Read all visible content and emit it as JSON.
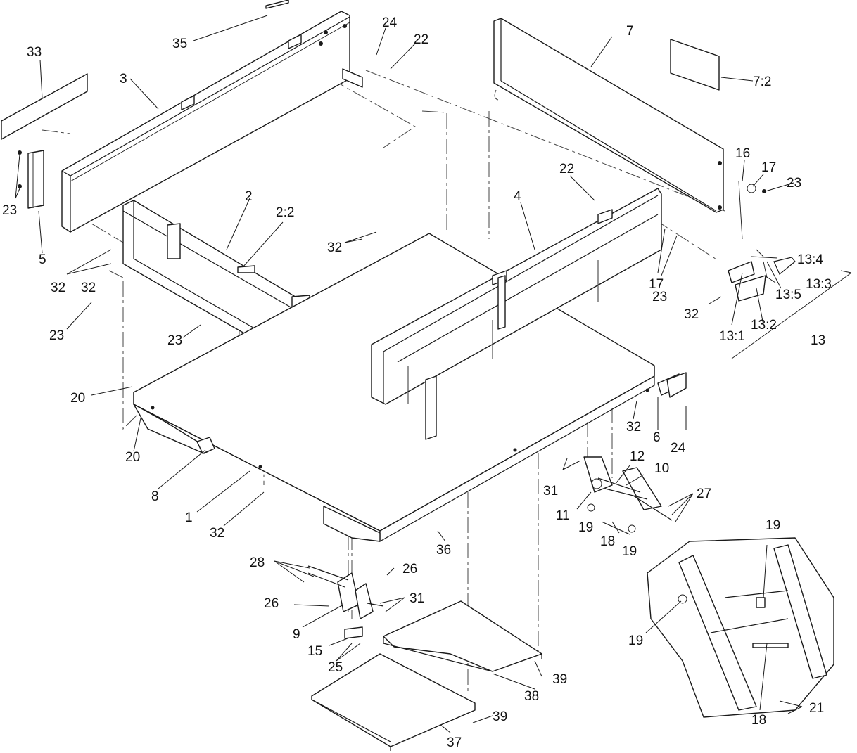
{
  "callouts": [
    {
      "label": "33"
    },
    {
      "label": "35"
    },
    {
      "label": "24"
    },
    {
      "label": "22"
    },
    {
      "label": "7"
    },
    {
      "label": "7:2"
    },
    {
      "label": "3"
    },
    {
      "label": "23"
    },
    {
      "label": "5"
    },
    {
      "label": "32"
    },
    {
      "label": "32"
    },
    {
      "label": "23"
    },
    {
      "label": "2"
    },
    {
      "label": "2:2"
    },
    {
      "label": "23"
    },
    {
      "label": "32"
    },
    {
      "label": "22"
    },
    {
      "label": "4"
    },
    {
      "label": "16"
    },
    {
      "label": "17"
    },
    {
      "label": "23"
    },
    {
      "label": "17"
    },
    {
      "label": "23"
    },
    {
      "label": "13:4"
    },
    {
      "label": "13:3"
    },
    {
      "label": "13:5"
    },
    {
      "label": "32"
    },
    {
      "label": "13:1"
    },
    {
      "label": "13:2"
    },
    {
      "label": "13"
    },
    {
      "label": "20"
    },
    {
      "label": "20"
    },
    {
      "label": "32"
    },
    {
      "label": "6"
    },
    {
      "label": "24"
    },
    {
      "label": "8"
    },
    {
      "label": "1"
    },
    {
      "label": "32"
    },
    {
      "label": "12"
    },
    {
      "label": "10"
    },
    {
      "label": "31"
    },
    {
      "label": "27"
    },
    {
      "label": "11"
    },
    {
      "label": "19"
    },
    {
      "label": "18"
    },
    {
      "label": "19"
    },
    {
      "label": "36"
    },
    {
      "label": "19"
    },
    {
      "label": "28"
    },
    {
      "label": "26"
    },
    {
      "label": "26"
    },
    {
      "label": "31"
    },
    {
      "label": "9"
    },
    {
      "label": "15"
    },
    {
      "label": "25"
    },
    {
      "label": "19"
    },
    {
      "label": "39"
    },
    {
      "label": "38"
    },
    {
      "label": "39"
    },
    {
      "label": "37"
    },
    {
      "label": "18"
    },
    {
      "label": "21"
    }
  ]
}
